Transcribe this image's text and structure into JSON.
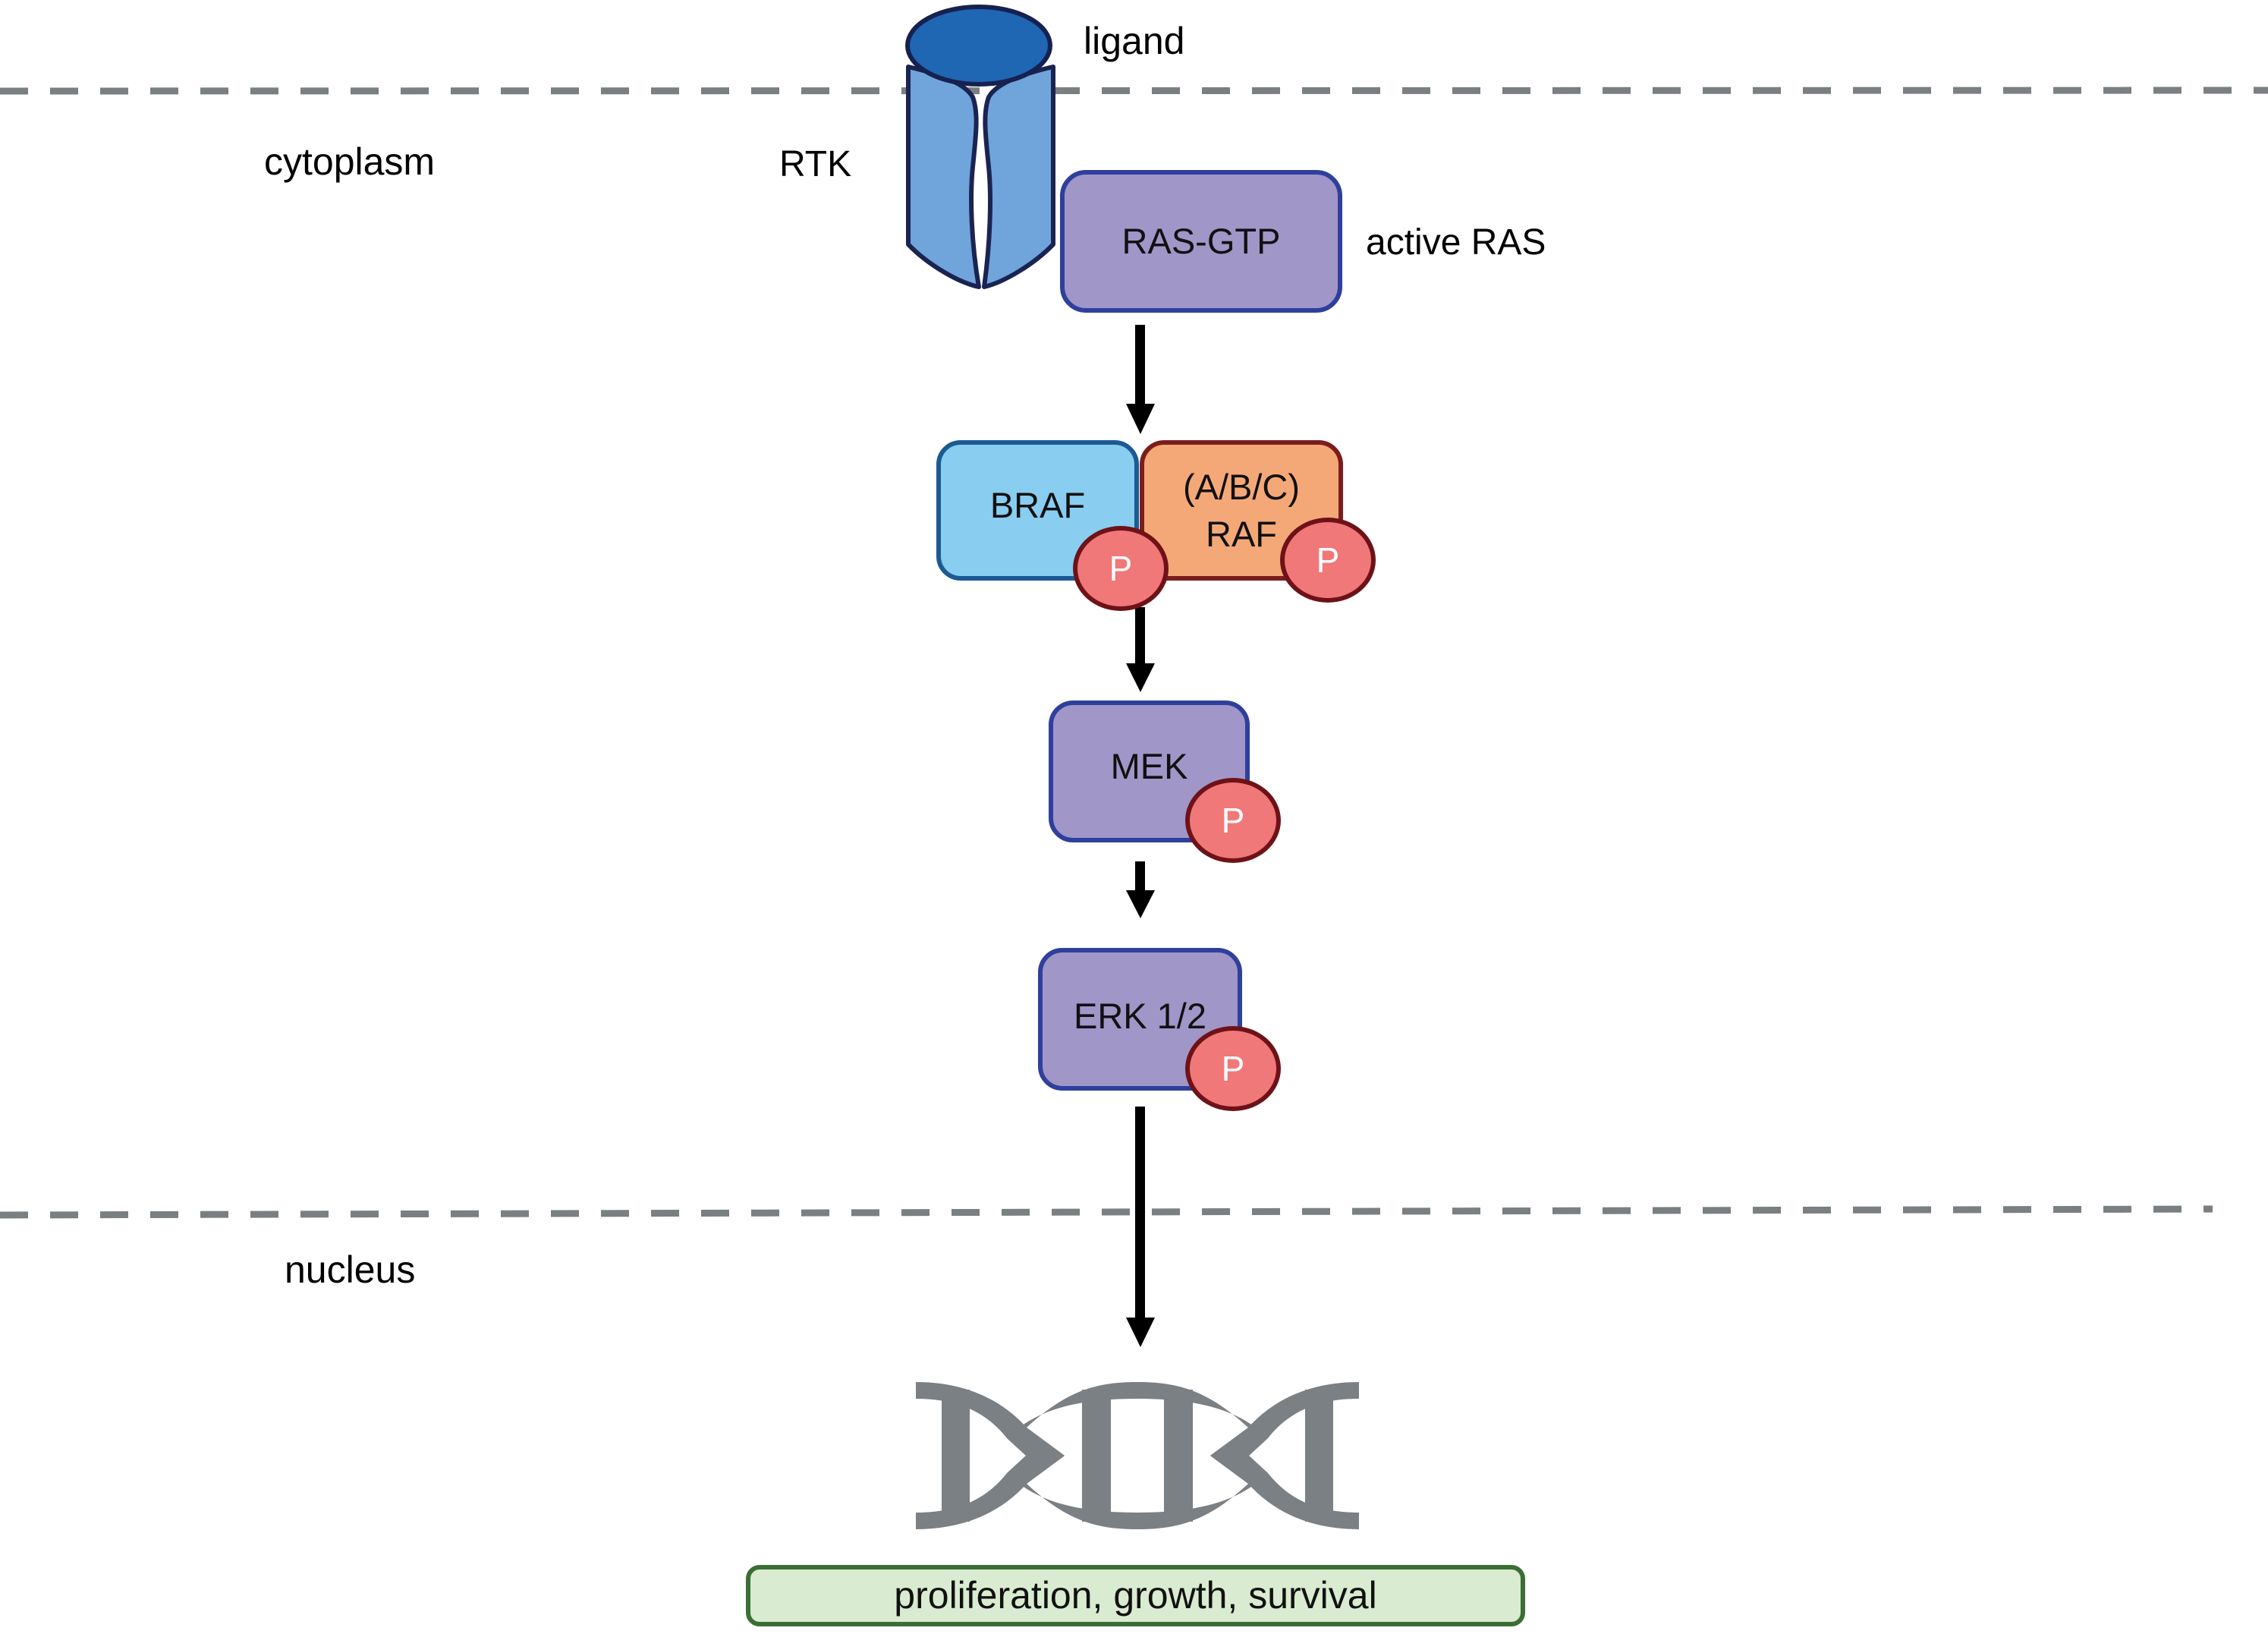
{
  "compartments": {
    "cytoplasm": "cytoplasm",
    "nucleus": "nucleus"
  },
  "labels": {
    "ligand": "ligand",
    "rtk": "RTK",
    "active_ras": "active RAS"
  },
  "nodes": {
    "ras": {
      "label": "RAS-GTP",
      "fill": "#a096c8",
      "border": "#2f3f9c"
    },
    "braf": {
      "label": "BRAF",
      "fill": "#89cdf1",
      "border": "#1c5a93"
    },
    "raf": {
      "line1": "(A/B/C)",
      "line2": "RAF",
      "fill": "#f5a877",
      "border": "#7b1d1d"
    },
    "mek": {
      "label": "MEK",
      "fill": "#a096c8",
      "border": "#2f3f9c"
    },
    "erk": {
      "label": "ERK 1/2",
      "fill": "#a096c8",
      "border": "#2f3f9c"
    }
  },
  "phosphate": {
    "label": "P",
    "fill": "#f07878",
    "border": "#6e1218"
  },
  "ligand_colors": {
    "fill": "#1f66b3",
    "border": "#16214f"
  },
  "rtk_colors": {
    "fill": "#6fa5da",
    "border": "#1a2351"
  },
  "dna_color": "#7b8084",
  "membrane_color": "#7a7f82",
  "arrow_color": "#000000",
  "outcome": {
    "label": "proliferation, growth, survival",
    "fill": "#d9ebd0",
    "border": "#3b6e34"
  }
}
